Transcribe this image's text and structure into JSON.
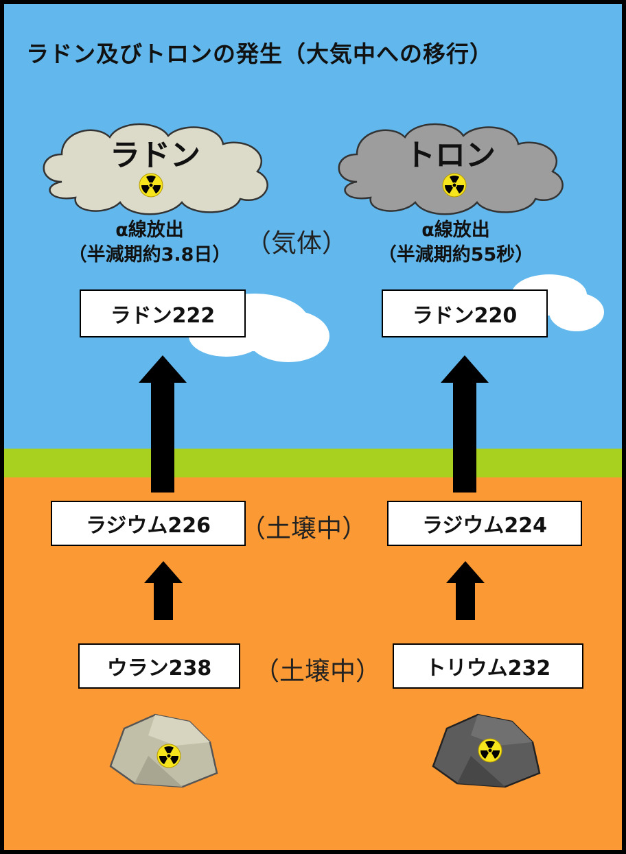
{
  "title": "ラドン及びトロンの発生（大気中への移行）",
  "radon": {
    "cloud_label": "ラドン",
    "emission": "α線放出",
    "half_life": "（半減期約3.8日）",
    "isotope": "ラドン222",
    "parent": "ラジウム226",
    "origin": "ウラン238"
  },
  "thoron": {
    "cloud_label": "トロン",
    "emission": "α線放出",
    "half_life": "（半減期約55秒）",
    "isotope": "ラドン220",
    "parent": "ラジウム224",
    "origin": "トリウム232"
  },
  "states": {
    "gas": "（気体）",
    "soil_1": "（土壌中）",
    "soil_2": "（土壌中）"
  },
  "colors": {
    "sky": "#62b8ec",
    "grass": "#a7d11e",
    "soil": "#fb9a34",
    "radon_cloud": "#dcdac8",
    "thoron_cloud": "#9d9d9d",
    "radiation_yellow": "#f6e41c"
  },
  "icons": [
    "radiation-icon",
    "up-arrow-icon",
    "rock-icon",
    "cloud-icon"
  ]
}
